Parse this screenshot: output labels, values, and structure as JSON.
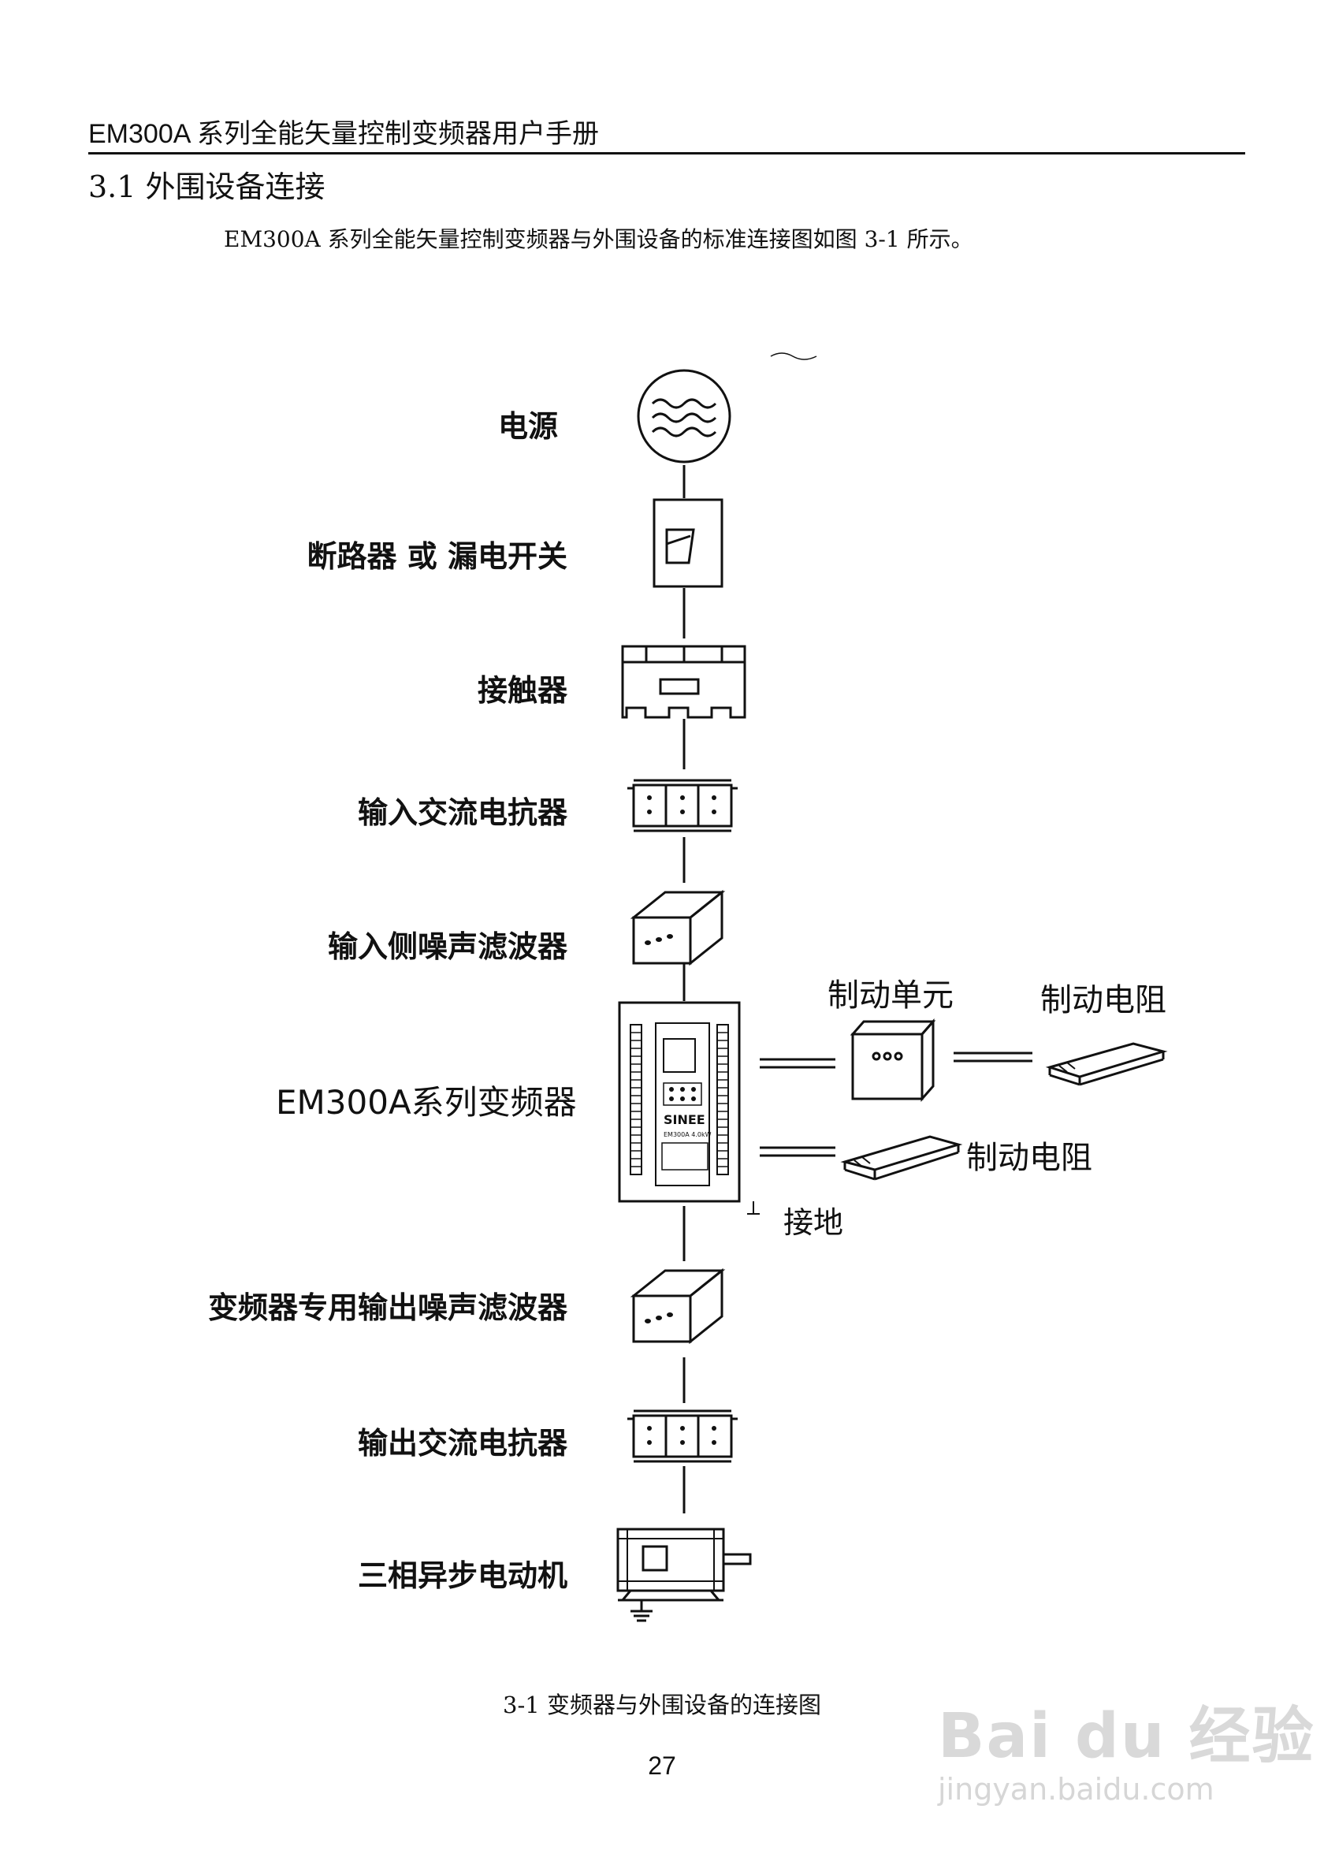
{
  "header": {
    "title": "EM300A 系列全能矢量控制变频器用户手册"
  },
  "section": {
    "title": "3.1   外围设备连接"
  },
  "intro": {
    "text": "EM300A 系列全能矢量控制变频器与外围设备的标准连接图如图 3-1 所示。"
  },
  "diagram": {
    "labels": {
      "power": "电源",
      "breaker": "断路器 或 漏电开关",
      "contactor": "接触器",
      "input_reactor": "输入交流电抗器",
      "input_filter": "输入侧噪声滤波器",
      "inverter": "EM300A系列变频器",
      "brake_unit": "制动单元",
      "brake_resistor_1": "制动电阻",
      "brake_resistor_2": "制动电阻",
      "ground": "接地",
      "output_filter": "变频器专用输出噪声滤波器",
      "output_reactor": "输出交流电抗器",
      "motor": "三相异步电动机"
    },
    "inverter_panel": {
      "brand": "SINEE",
      "model": "EM300A  4.0kW"
    }
  },
  "caption": {
    "text": "3-1 变频器与外围设备的连接图"
  },
  "page": {
    "number": "27"
  },
  "watermark": {
    "logo": "Bai du 经验",
    "url": "jingyan.baidu.com"
  }
}
